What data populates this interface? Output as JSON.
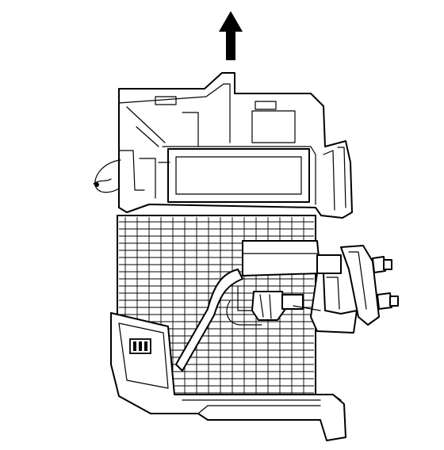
{
  "diagram": {
    "components": [
      {
        "id": "direction-arrow",
        "icon": "arrow-up-icon"
      },
      {
        "id": "blower-case-upper"
      },
      {
        "id": "evaporator-core"
      },
      {
        "id": "expansion-valve"
      },
      {
        "id": "refrigerant-lines"
      },
      {
        "id": "electrical-connector"
      },
      {
        "id": "thermistor-wire"
      }
    ],
    "colors": {
      "line": "#000000",
      "background": "#ffffff"
    }
  }
}
